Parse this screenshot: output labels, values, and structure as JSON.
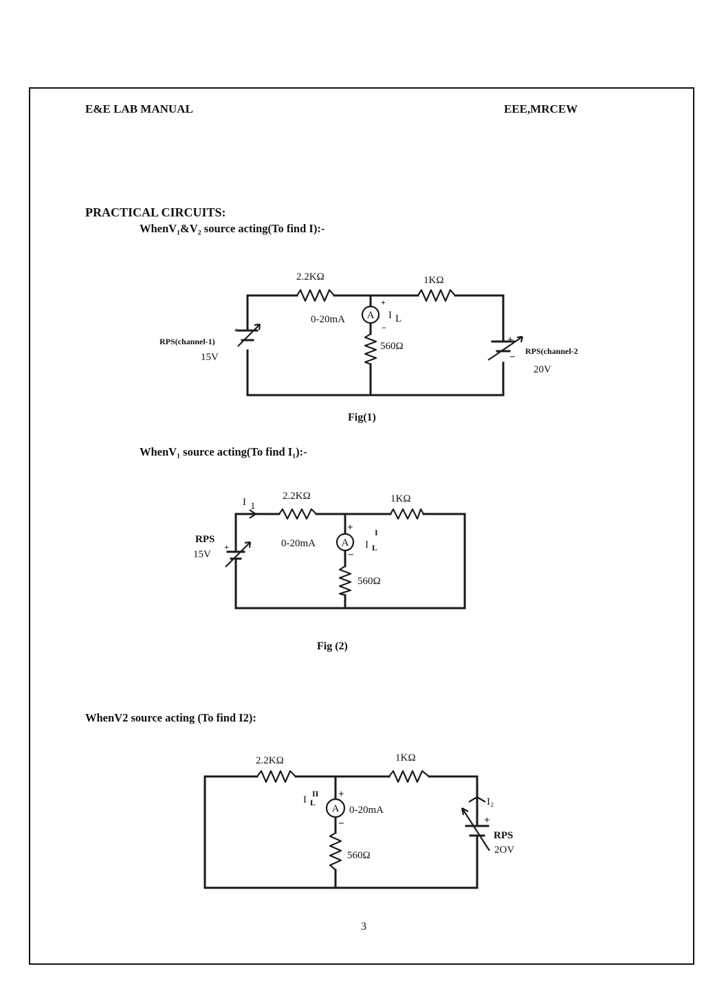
{
  "header": {
    "left": "E&E LAB MANUAL",
    "right": "EEE,MRCEW"
  },
  "section_title": "PRACTICAL CIRCUITS:",
  "fig1": {
    "heading": "WhenV₁&V₂ source acting(To find I):-",
    "r1": "2.2KΩ",
    "r2": "1KΩ",
    "r3": "560Ω",
    "ammeter_range": "0-20mA",
    "ammeter_symbol": "A",
    "current": "I",
    "current_sub": "L",
    "source1_name": "RPS(channel-1)",
    "source1_value": "15V",
    "source2_name": "RPS(channel-2",
    "source2_value": "20V",
    "caption": "Fig(1)"
  },
  "fig2": {
    "heading": "WhenV₁ source acting(To find I₁):-",
    "r1": "2.2KΩ",
    "r2": "1KΩ",
    "r3": "560Ω",
    "ammeter_range": "0-20mA",
    "ammeter_symbol": "A",
    "current_i1": "I",
    "current_i1_sub": "1",
    "current": "I",
    "current_sub": "L",
    "current_sup": "I",
    "source_name": "RPS",
    "source_value": "15V",
    "caption": "Fig (2)"
  },
  "fig3": {
    "heading": "WhenV2 source acting (To find I2):",
    "r1": "2.2KΩ",
    "r2": "1KΩ",
    "r3": "560Ω",
    "ammeter_range": "0-20mA",
    "ammeter_symbol": "A",
    "current": "I",
    "current_sub": "L",
    "current_sup": "II",
    "current_i2": "I₂",
    "source_name": "RPS",
    "source_value": "2OV"
  },
  "page_number": "3"
}
